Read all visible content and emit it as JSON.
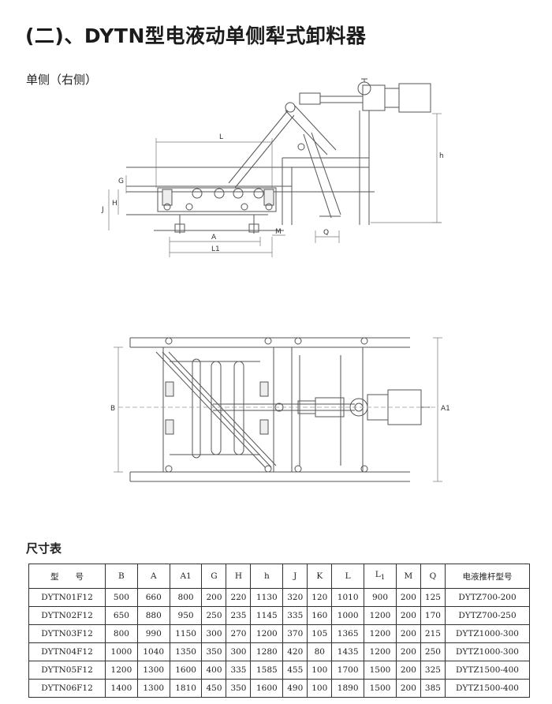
{
  "header": {
    "title": "(二)、DYTN型电液动单侧犁式卸料器",
    "subtitle": "单侧（右侧）"
  },
  "drawing": {
    "side_view_labels": [
      "L",
      "G",
      "H",
      "J",
      "A",
      "L1",
      "M",
      "Q",
      "h"
    ],
    "top_view_labels": [
      "B",
      "A1"
    ]
  },
  "table": {
    "title": "尺寸表",
    "headers": [
      "型　　号",
      "B",
      "A",
      "A1",
      "G",
      "H",
      "h",
      "J",
      "K",
      "L",
      "L",
      "M",
      "Q",
      "电液推杆型号"
    ],
    "l1_subscript": "1",
    "rows": [
      [
        "DYTN01F12",
        "500",
        "660",
        "800",
        "200",
        "220",
        "1130",
        "320",
        "120",
        "1010",
        "900",
        "200",
        "125",
        "DYTZ700-200"
      ],
      [
        "DYTN02F12",
        "650",
        "880",
        "950",
        "250",
        "235",
        "1145",
        "335",
        "160",
        "1000",
        "1200",
        "200",
        "170",
        "DYTZ700-250"
      ],
      [
        "DYTN03F12",
        "800",
        "990",
        "1150",
        "300",
        "270",
        "1200",
        "370",
        "105",
        "1365",
        "1200",
        "200",
        "215",
        "DYTZ1000-300"
      ],
      [
        "DYTN04F12",
        "1000",
        "1040",
        "1350",
        "350",
        "300",
        "1280",
        "420",
        "80",
        "1435",
        "1200",
        "200",
        "250",
        "DYTZ1000-300"
      ],
      [
        "DYTN05F12",
        "1200",
        "1300",
        "1600",
        "400",
        "335",
        "1585",
        "455",
        "100",
        "1700",
        "1500",
        "200",
        "325",
        "DYTZ1500-400"
      ],
      [
        "DYTN06F12",
        "1400",
        "1300",
        "1810",
        "450",
        "350",
        "1600",
        "490",
        "100",
        "1890",
        "1500",
        "200",
        "385",
        "DYTZ1500-400"
      ]
    ]
  }
}
